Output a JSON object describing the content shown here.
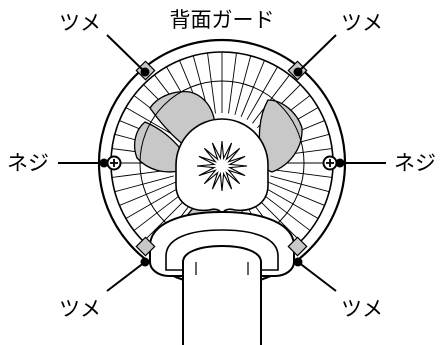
{
  "title": "背面ガード",
  "labels": {
    "claw_top_left": "ツメ",
    "claw_top_right": "ツメ",
    "claw_bottom_left": "ツメ",
    "claw_bottom_right": "ツメ",
    "screw_left": "ネジ",
    "screw_right": "ネジ"
  },
  "colors": {
    "line": "#000000",
    "blade_fill": "#c8c8c8",
    "background": "#ffffff"
  }
}
